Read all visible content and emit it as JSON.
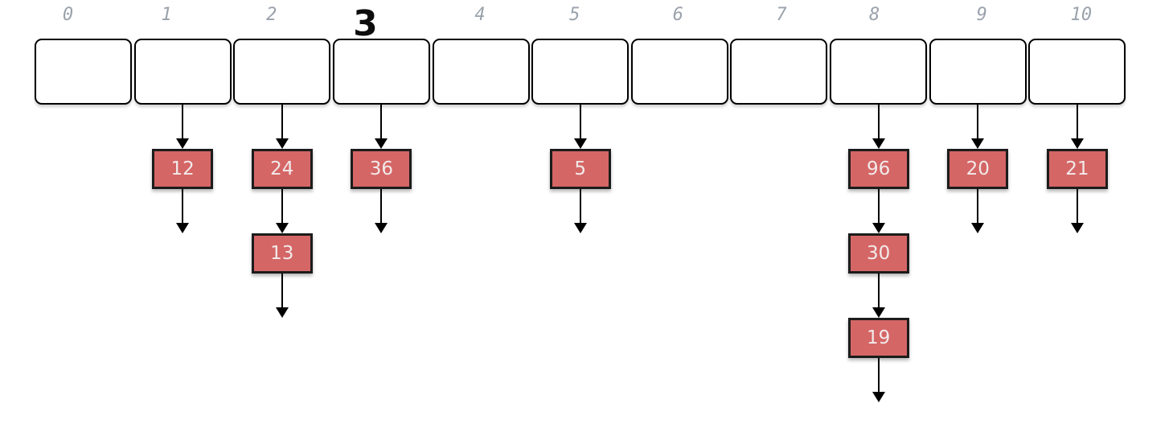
{
  "diagram": {
    "type": "hash-table-separate-chaining",
    "colors": {
      "node_fill": "#d56666",
      "node_border": "#1c1c1c",
      "node_text": "#f2eaea",
      "bucket_fill": "#ffffff",
      "bucket_border": "#000000",
      "index_label": "#9aa2ab",
      "highlight_label": "#0d0d0d",
      "arrow": "#000000"
    },
    "buckets": [
      {
        "index": "0",
        "highlighted": false,
        "chain": []
      },
      {
        "index": "1",
        "highlighted": false,
        "chain": [
          "12"
        ]
      },
      {
        "index": "2",
        "highlighted": false,
        "chain": [
          "24",
          "13"
        ]
      },
      {
        "index": "3",
        "highlighted": true,
        "chain": [
          "36"
        ]
      },
      {
        "index": "4",
        "highlighted": false,
        "chain": []
      },
      {
        "index": "5",
        "highlighted": false,
        "chain": [
          "5"
        ]
      },
      {
        "index": "6",
        "highlighted": false,
        "chain": []
      },
      {
        "index": "7",
        "highlighted": false,
        "chain": []
      },
      {
        "index": "8",
        "highlighted": false,
        "chain": [
          "96",
          "30",
          "19"
        ]
      },
      {
        "index": "9",
        "highlighted": false,
        "chain": [
          "20"
        ]
      },
      {
        "index": "10",
        "highlighted": false,
        "chain": [
          "21"
        ]
      }
    ]
  }
}
